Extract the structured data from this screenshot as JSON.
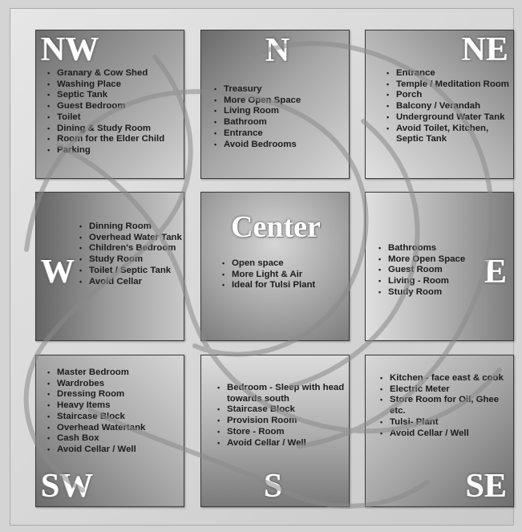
{
  "cells": {
    "nw": {
      "dir": "NW",
      "items": [
        "Granary & Cow Shed",
        "Washing Place",
        "Septic Tank",
        "Guest Bedroom",
        "Toilet",
        "Dining & Study Room",
        "Room for the Elder Child",
        "Parking"
      ]
    },
    "n": {
      "dir": "N",
      "items": [
        "Treasury",
        "More Open Space",
        "Living Room",
        "Bathroom",
        "Entrance",
        "Avoid Bedrooms"
      ]
    },
    "ne": {
      "dir": "NE",
      "items": [
        "Entrance",
        "Temple / Meditation Room",
        "Porch",
        "Balcony / Verandah",
        "Underground Water Tank",
        "Avoid Toilet, Kitchen, Septic Tank"
      ]
    },
    "w": {
      "dir": "W",
      "items": [
        "Dinning Room",
        "Overhead Water Tank",
        "Children's Bedroom",
        "Study Room",
        "Toilet / Septic Tank",
        "Avoid Cellar"
      ]
    },
    "center": {
      "dir": "Center",
      "items": [
        "Open space",
        "More Light & Air",
        "Ideal for Tulsi Plant"
      ]
    },
    "e": {
      "dir": "E",
      "items": [
        "Bathrooms",
        "More Open Space",
        "Guest Room",
        "Living - Room",
        "Study Room"
      ]
    },
    "sw": {
      "dir": "SW",
      "items": [
        "Master Bedroom",
        "Wardrobes",
        "Dressing Room",
        "Heavy Items",
        "Staircase Block",
        "Overhead Watertank",
        "Cash Box",
        "Avoid Cellar / Well"
      ]
    },
    "s": {
      "dir": "S",
      "items": [
        "Bedroom - Sleep with head towards south",
        "Staircase Block",
        "Provision Room",
        "Store - Room",
        "Avoid Cellar / Well"
      ]
    },
    "se": {
      "dir": "SE",
      "items": [
        "Kitchen - face east & cook",
        "Electric Meter",
        "Store Room for Oil, Ghee etc.",
        "Tulsi- Plant",
        "Avoid Cellar / Well"
      ]
    }
  }
}
